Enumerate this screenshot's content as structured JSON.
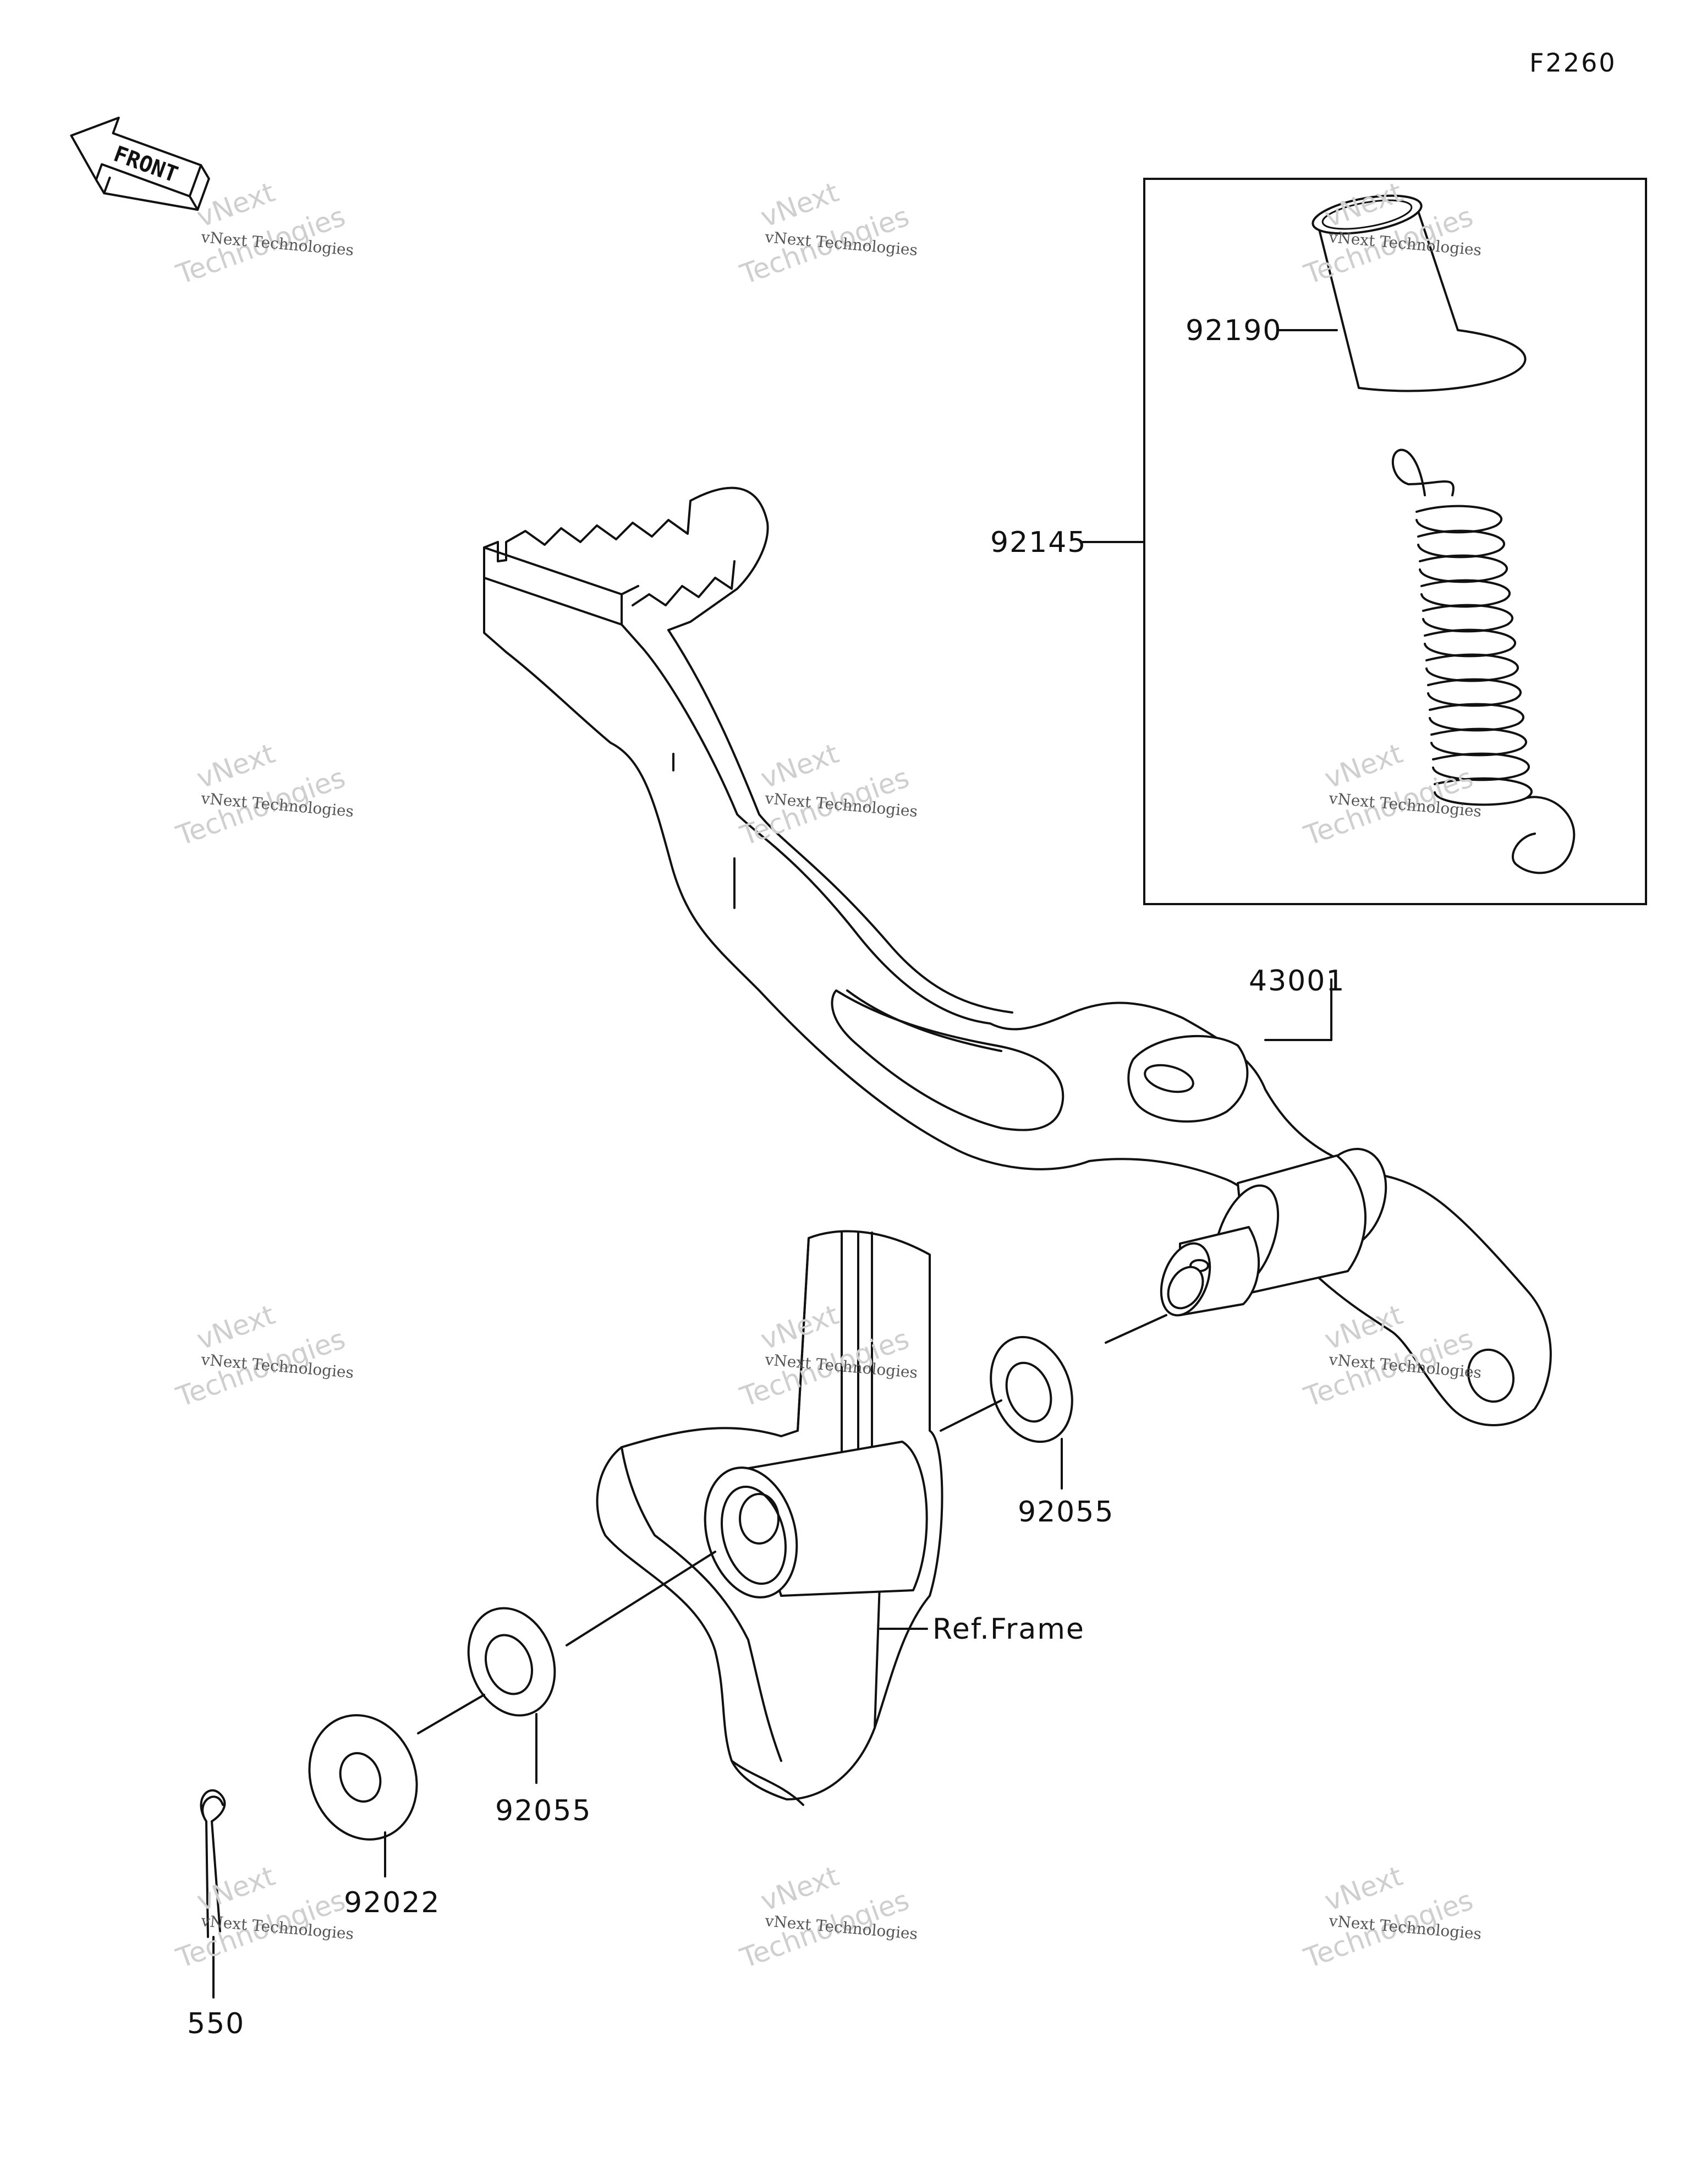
{
  "diagram_code": "F2260",
  "front_arrow": {
    "label": "FRONT",
    "icon": "front-direction-arrow-icon"
  },
  "kit_box": {
    "kit_label": "92145",
    "sleeve_label": "92190"
  },
  "parts": {
    "pedal": "43001",
    "washer_right": "92055",
    "washer_middle": "92055",
    "washer_left": "92022",
    "cotter_pin": "550",
    "frame": "Ref.Frame"
  },
  "watermark": {
    "line1": "vNext Technologies",
    "line2": "vNext",
    "line3": "Technologies"
  }
}
